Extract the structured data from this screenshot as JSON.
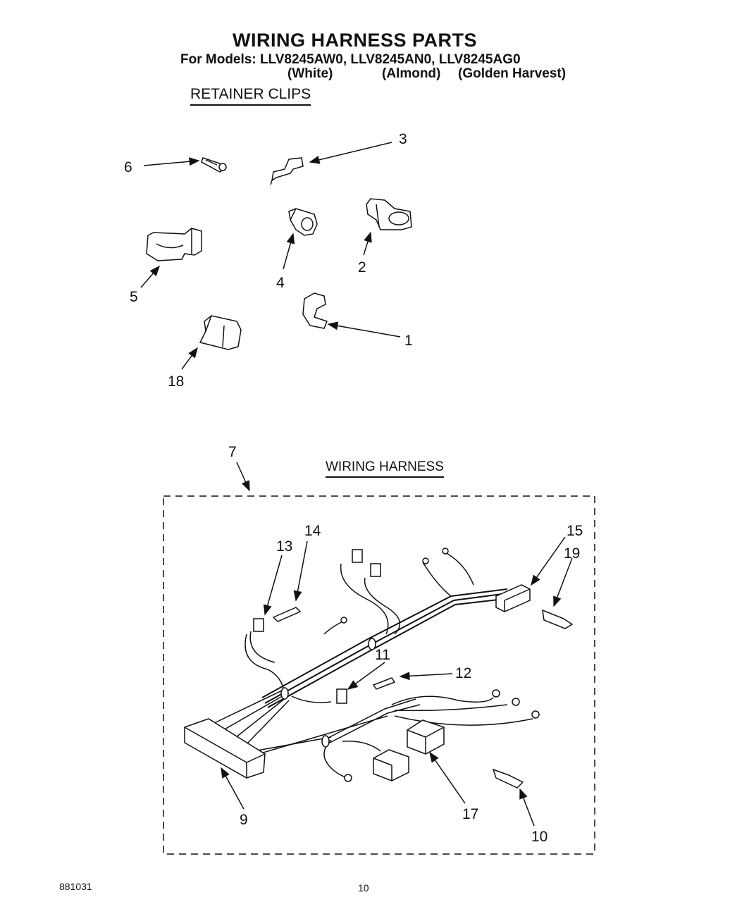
{
  "header": {
    "title": "WIRING HARNESS PARTS",
    "models_line": "For Models: LLV8245AW0,  LLV8245AN0,  LLV8245AG0",
    "color_white": "(White)",
    "color_almond": "(Almond)",
    "color_golden": "(Golden Harvest)"
  },
  "sections": {
    "retainer_clips": "RETAINER CLIPS",
    "wiring_harness": "WIRING HARNESS"
  },
  "callouts": {
    "c1": "1",
    "c2": "2",
    "c3": "3",
    "c4": "4",
    "c5": "5",
    "c6": "6",
    "c7": "7",
    "c9": "9",
    "c10": "10",
    "c11": "11",
    "c12": "12",
    "c13": "13",
    "c14": "14",
    "c15": "15",
    "c17": "17",
    "c18": "18",
    "c19": "19"
  },
  "footer": {
    "code": "881031",
    "page": "10"
  }
}
